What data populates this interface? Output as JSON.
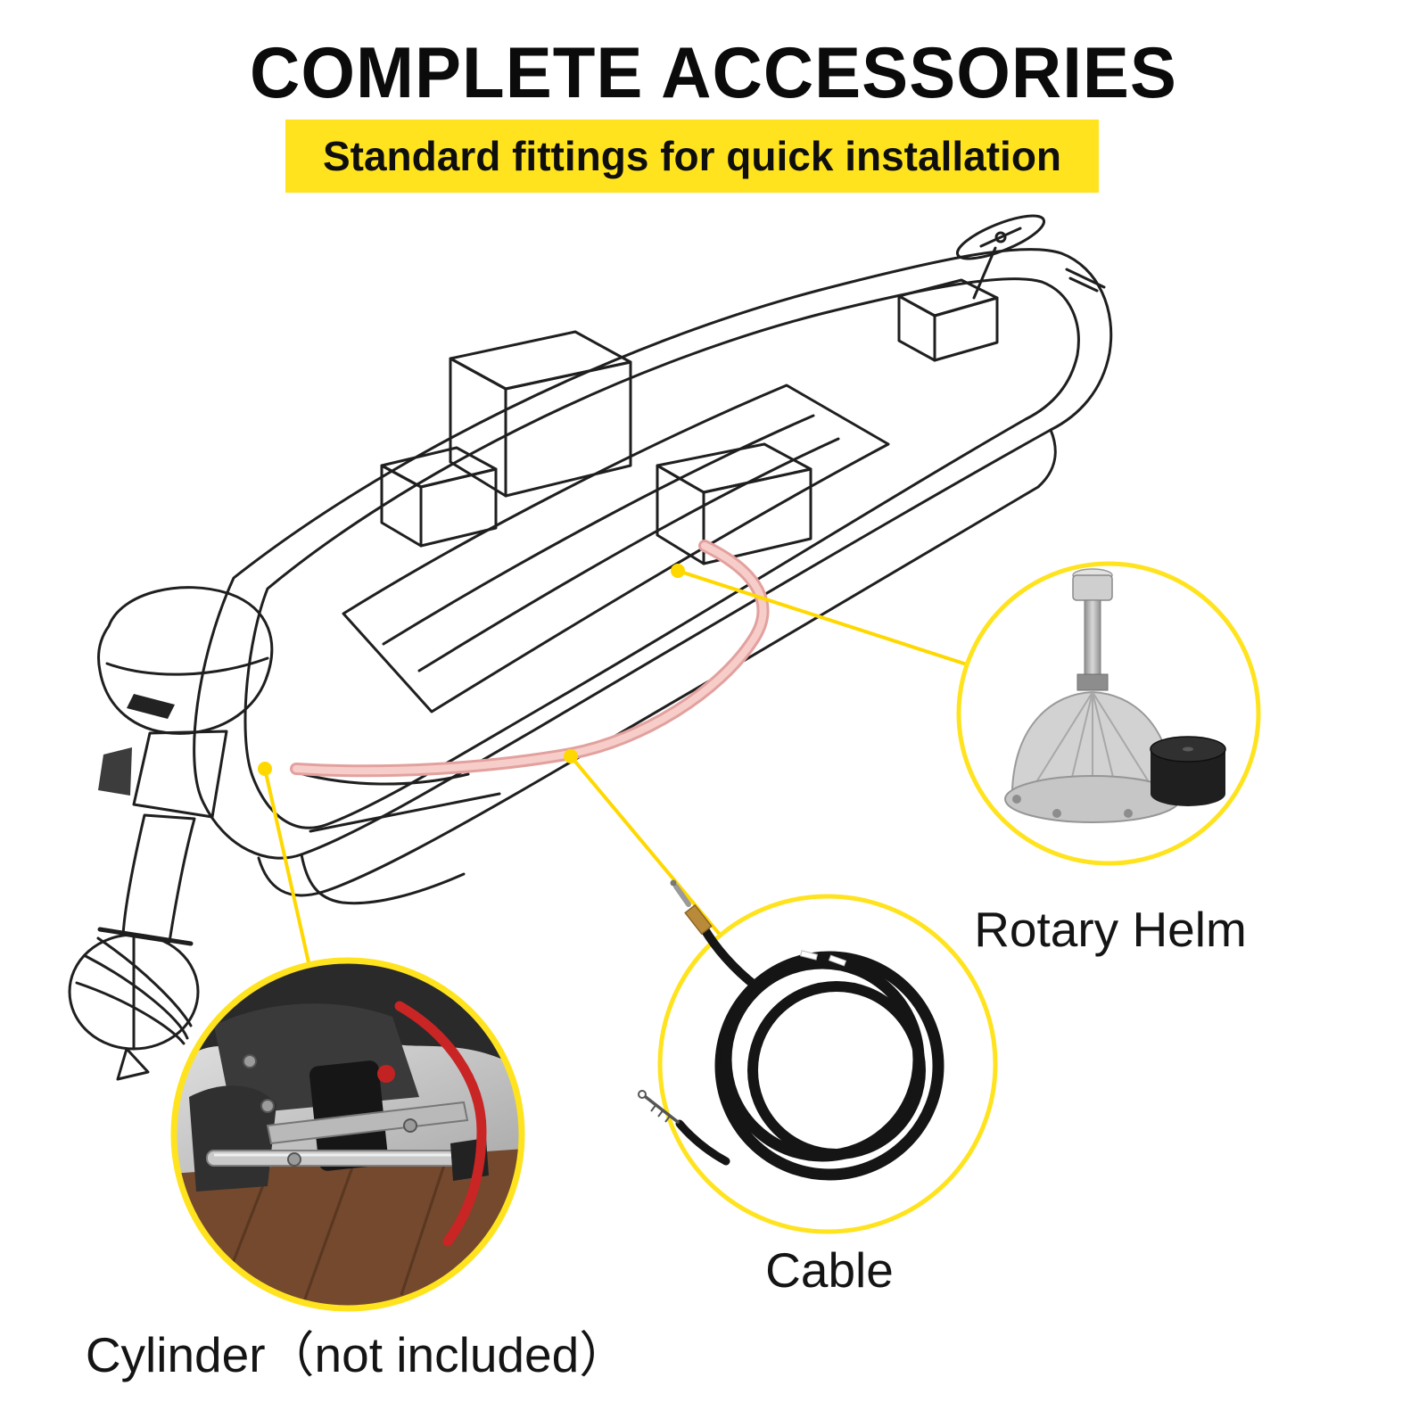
{
  "page": {
    "title": "COMPLETE ACCESSORIES",
    "subtitle": "Standard fittings for quick installation"
  },
  "callouts": {
    "rotary_helm": {
      "label": "Rotary Helm"
    },
    "cable": {
      "label": "Cable"
    },
    "cylinder": {
      "label": "Cylinder（not included）"
    }
  },
  "colors": {
    "accent_yellow": "#FFE31E",
    "leader_yellow": "#FFD800",
    "cable_pink": "#F7CDCA",
    "ink": "#1F1F1F"
  }
}
